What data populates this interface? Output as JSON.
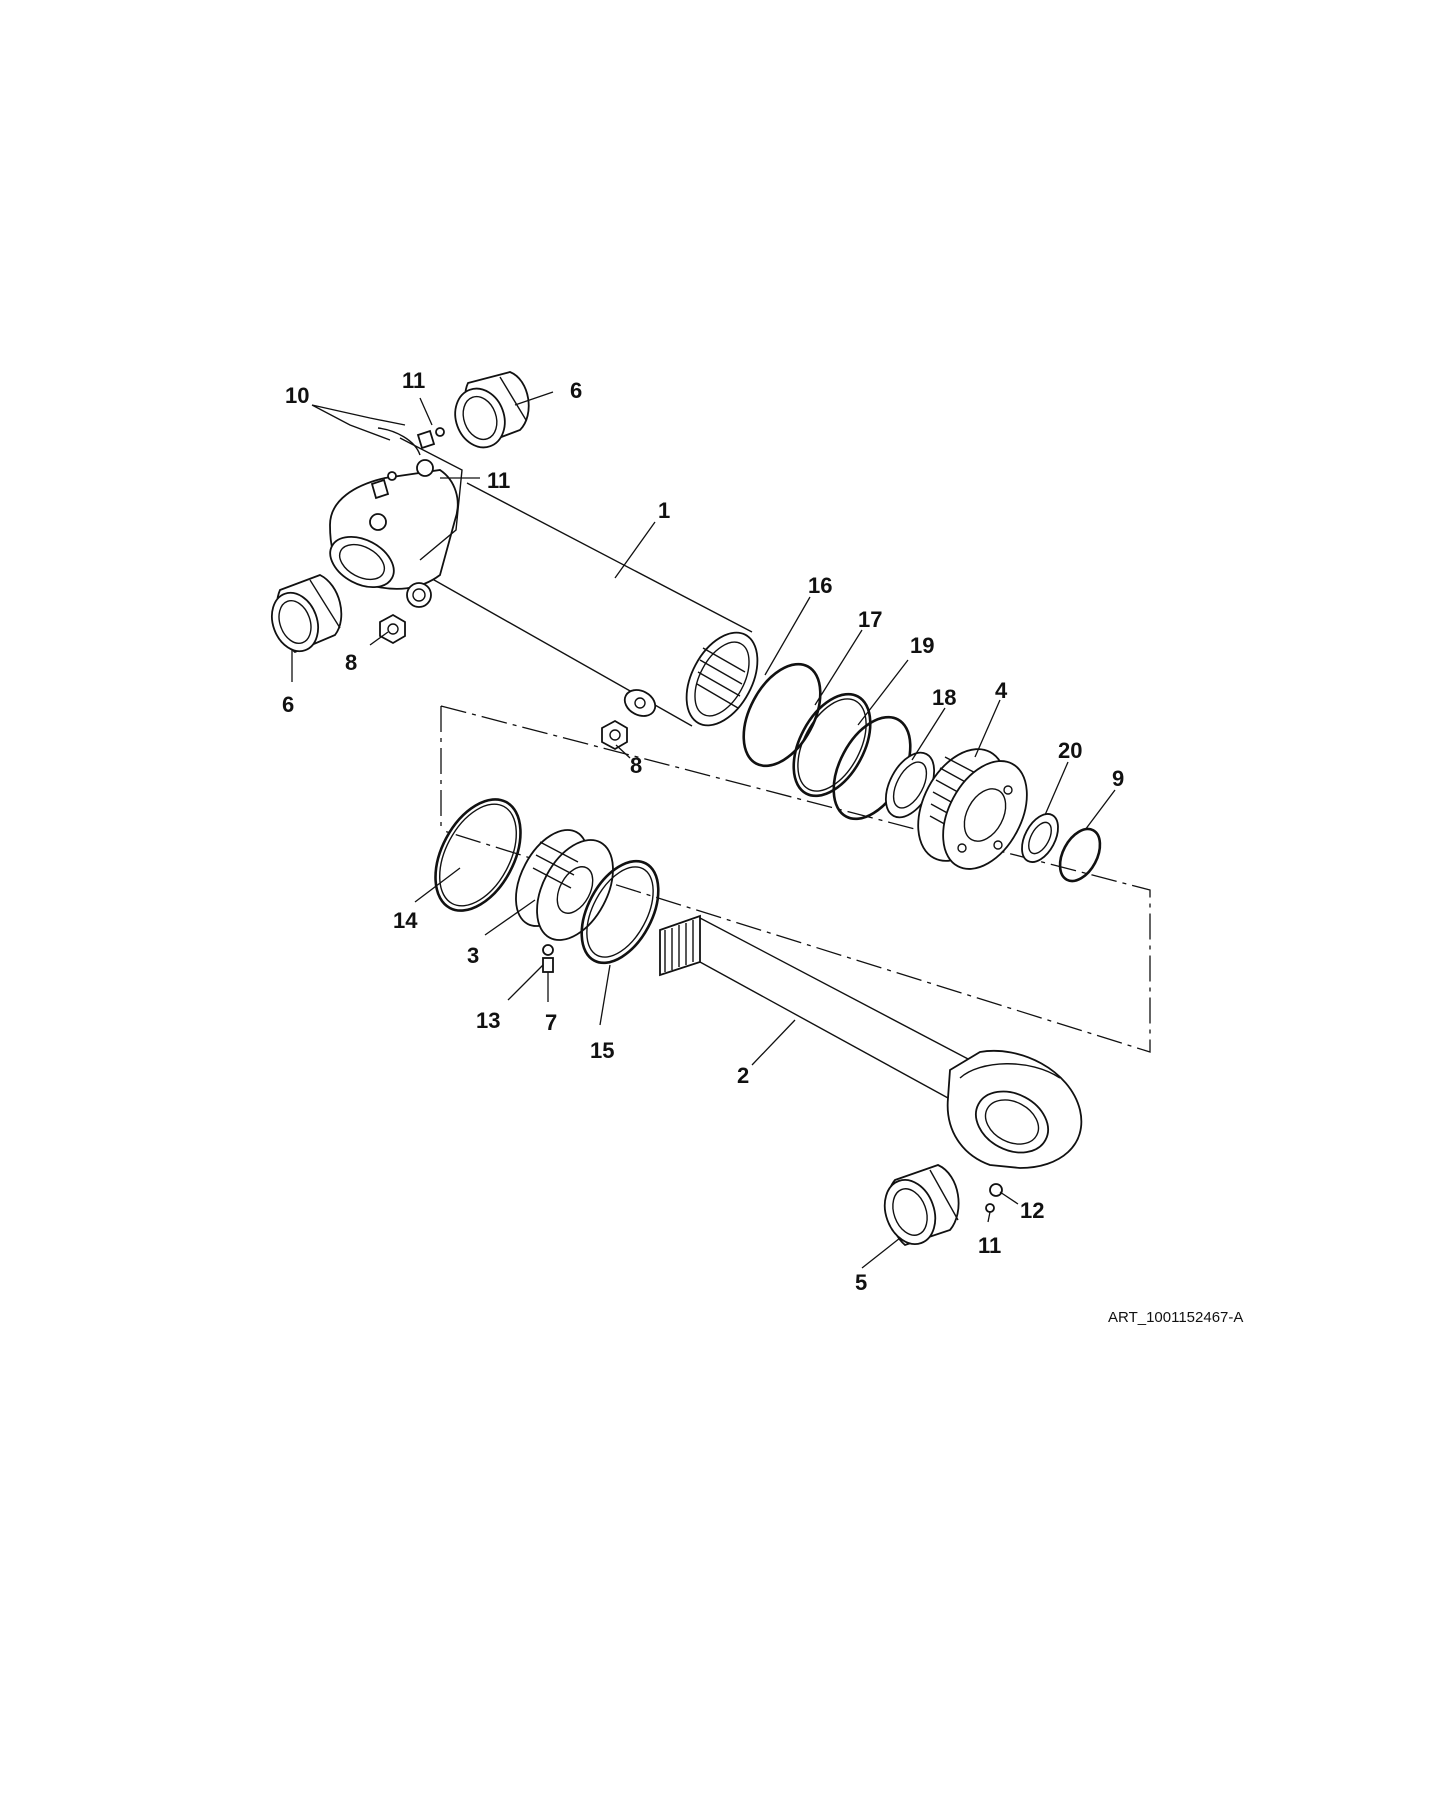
{
  "callouts": [
    {
      "id": "c1",
      "text": "1"
    },
    {
      "id": "c2",
      "text": "2"
    },
    {
      "id": "c3",
      "text": "3"
    },
    {
      "id": "c4",
      "text": "4"
    },
    {
      "id": "c5",
      "text": "5"
    },
    {
      "id": "c6a",
      "text": "6"
    },
    {
      "id": "c6b",
      "text": "6"
    },
    {
      "id": "c7",
      "text": "7"
    },
    {
      "id": "c8a",
      "text": "8"
    },
    {
      "id": "c8b",
      "text": "8"
    },
    {
      "id": "c9",
      "text": "9"
    },
    {
      "id": "c10",
      "text": "10"
    },
    {
      "id": "c11a",
      "text": "11"
    },
    {
      "id": "c11b",
      "text": "11"
    },
    {
      "id": "c11c",
      "text": "11"
    },
    {
      "id": "c12",
      "text": "12"
    },
    {
      "id": "c13",
      "text": "13"
    },
    {
      "id": "c14",
      "text": "14"
    },
    {
      "id": "c15",
      "text": "15"
    },
    {
      "id": "c16",
      "text": "16"
    },
    {
      "id": "c17",
      "text": "17"
    },
    {
      "id": "c18",
      "text": "18"
    },
    {
      "id": "c19",
      "text": "19"
    },
    {
      "id": "c20",
      "text": "20"
    }
  ],
  "art_id": "ART_1001152467-A"
}
